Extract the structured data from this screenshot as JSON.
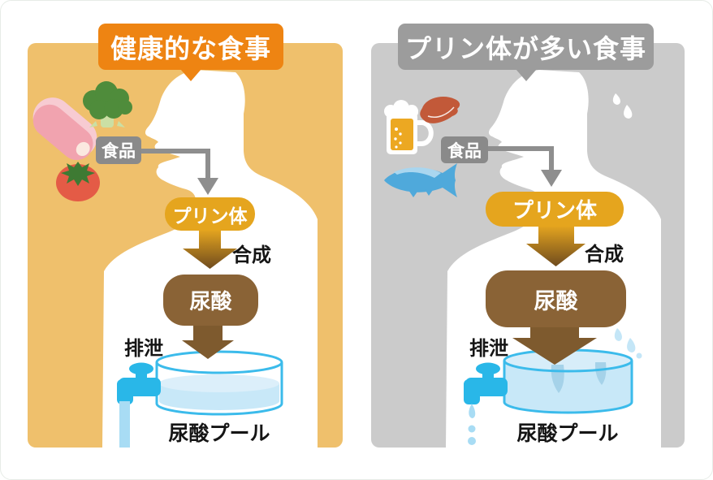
{
  "diagram_subject": "purine intake and uric acid pool comparison",
  "panels": {
    "healthy": {
      "title": "健康的な食事",
      "title_color": "#EE8412",
      "bg_color": "#EFC06C",
      "food_label": "食品",
      "purine_label": "プリン体",
      "synthesis_label": "合成",
      "uric_acid_label": "尿酸",
      "excretion_label": "排泄",
      "pool_label": "尿酸プール",
      "food_icons": [
        "ham-icon",
        "broccoli-icon",
        "tomato-icon"
      ],
      "pool_state": "half-full",
      "faucet_state": "flowing"
    },
    "high_purine": {
      "title": "プリン体が多い食事",
      "title_color": "#9C9C9C",
      "bg_color": "#CBCBCB",
      "food_label": "食品",
      "purine_label": "プリン体",
      "synthesis_label": "合成",
      "uric_acid_label": "尿酸",
      "excretion_label": "排泄",
      "pool_label": "尿酸プール",
      "food_icons": [
        "beer-icon",
        "liver-icon",
        "fish-icon"
      ],
      "pool_state": "overflowing",
      "faucet_state": "dripping"
    }
  },
  "colors": {
    "purine_box": "#E5A51E",
    "uric_acid_box": "#8A6336",
    "synthesis_arrow_gradient": [
      "#E2A31F",
      "#6F4B1E"
    ],
    "excretion_arrow": "#7E5A2E",
    "food_box": "#8A8A8A",
    "connector_gray": "#8E8E8E",
    "faucet_blue": "#29B7E8",
    "water_fill": "#C8E8F8",
    "pool_outline": "#3BBBEB",
    "silhouette": "#FFFFFF"
  }
}
